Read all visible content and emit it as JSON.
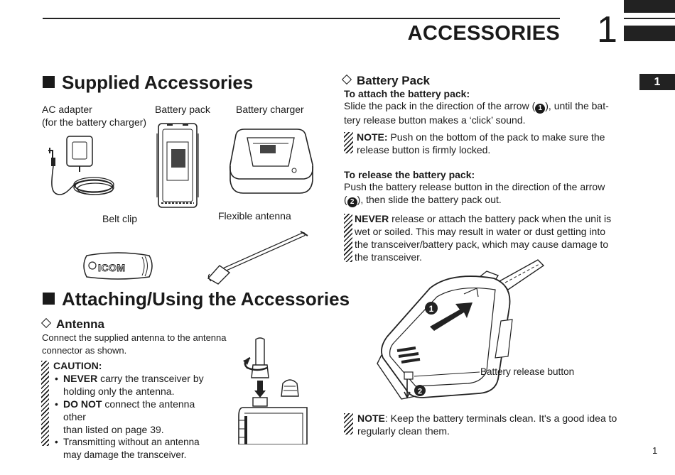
{
  "header": {
    "title": "ACCESSORIES",
    "chapter_number": "1",
    "side_tab": "1",
    "page_number": "1"
  },
  "supplied": {
    "heading": "Supplied Accessories",
    "items": {
      "ac_adapter_line1": "AC adapter",
      "ac_adapter_line2": "(for the battery charger)",
      "battery_pack": "Battery pack",
      "battery_charger": "Battery charger",
      "belt_clip": "Belt clip",
      "flexible_antenna": "Flexible antenna"
    },
    "belt_clip_logo": "ICOM"
  },
  "attaching": {
    "heading": "Attaching/Using the Accessories"
  },
  "antenna": {
    "heading": "Antenna",
    "text_line1": "Connect the supplied antenna to the antenna",
    "text_line2": "connector as shown.",
    "caution_label": "CAUTION:",
    "bullets": [
      {
        "strong": "NEVER",
        "line1": " carry the transceiver by",
        "line2": "holding only the antenna."
      },
      {
        "strong": "DO NOT",
        "line1": " connect the antenna other",
        "line2": "than listed on page 39."
      },
      {
        "strong": "",
        "line1": "Transmitting without an antenna",
        "line2": "may damage the transceiver."
      }
    ]
  },
  "battery": {
    "heading": "Battery Pack",
    "attach_title": "To attach the battery pack:",
    "attach_l1a": "Slide the pack in the direction of the arrow (",
    "attach_circle": "1",
    "attach_l1b": "), until the bat-",
    "attach_l2": "tery release button makes a ‘click’ sound.",
    "note1_label": "NOTE:",
    "note1_l1": " Push on the bottom of the pack to make sure the",
    "note1_l2": "release button is firmly locked.",
    "release_title": "To release the battery pack:",
    "release_l1": "Push the battery release button in the direction of the arrow",
    "release_l2a": "(",
    "release_circle": "2",
    "release_l2b": "), then slide the battery pack out.",
    "never_label": "NEVER",
    "never_l1": " release or attach the battery pack when the unit is",
    "never_l2": "wet or soiled. This may result in water or dust getting into",
    "never_l3": "the transceiver/battery pack, which may cause damage to",
    "never_l4": "the transceiver.",
    "callout_1": "1",
    "callout_2": "2",
    "release_button_label": "Battery release button",
    "note2_label": "NOTE",
    "note2_l1": ": Keep the battery terminals clean. It's a good idea to",
    "note2_l2": "regularly clean them."
  }
}
